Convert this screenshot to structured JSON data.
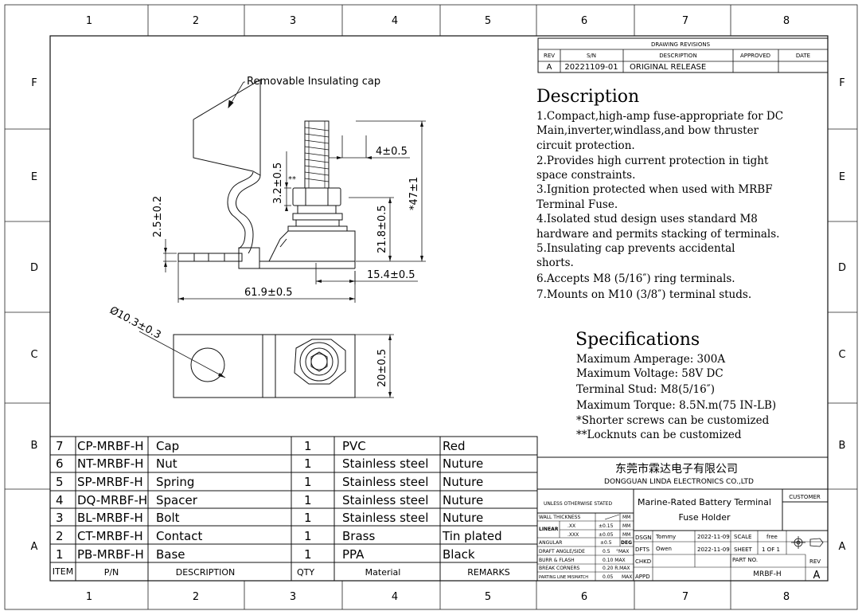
{
  "grid": {
    "cols": [
      "1",
      "2",
      "3",
      "4",
      "5",
      "6",
      "7",
      "8"
    ],
    "rows": [
      "F",
      "E",
      "D",
      "C",
      "B",
      "A"
    ]
  },
  "revisions": {
    "title": "DRAWING REVISIONS",
    "headers": [
      "REV",
      "S/N",
      "DESCRIPTION",
      "APPROVED",
      "DATE"
    ],
    "row": {
      "rev": "A",
      "sn": "20221109-01",
      "description": "ORIGINAL RELEASE"
    }
  },
  "description": {
    "heading": "Description",
    "lines": [
      "1.Compact,high-amp fuse-appropriate for DC",
      "Main,inverter,windlass,and bow thruster",
      "circuit protection.",
      "2.Provides high current protection in tight",
      "space constraints.",
      "3.Ignition protected when used with MRBF",
      "Terminal Fuse.",
      "4.Isolated stud design uses standard M8",
      "hardware and permits stacking of terminals.",
      "5.Insulating cap prevents accidental",
      "shorts.",
      "6.Accepts M8 (5/16″) ring terminals.",
      "7.Mounts on M10 (3/8″) terminal studs."
    ]
  },
  "specifications": {
    "heading": "Specifications",
    "lines": [
      "Maximum Amperage: 300A",
      "Maximum Voltage: 58V DC",
      "Terminal Stud: M8(5/16″)",
      "Maximum Torque: 8.5N.m(75 IN-LB)",
      "*Shorter screws can be customized",
      "**Locknuts can be customized"
    ]
  },
  "drawing": {
    "callout": "Removable Insulating cap",
    "dims": {
      "d4": "4±0.5",
      "d32": "3.2±0.5",
      "d47": "*47±1",
      "d25": "2.5±0.2",
      "d218": "21.8±0.5",
      "d154": "15.4±0.5",
      "d619": "61.9±0.5",
      "dia": "Ø10.3±0.3",
      "d20": "20±0.5",
      "star2": "**"
    }
  },
  "bom": {
    "headers": [
      "ITEM",
      "P/N",
      "DESCRIPTION",
      "QTY",
      "Material",
      "REMARKS"
    ],
    "rows": [
      {
        "item": "7",
        "pn": "CP-MRBF-H",
        "desc": "Cap",
        "qty": "1",
        "mat": "PVC",
        "rem": "Red"
      },
      {
        "item": "6",
        "pn": "NT-MRBF-H",
        "desc": "Nut",
        "qty": "1",
        "mat": "Stainless steel",
        "rem": "Nuture"
      },
      {
        "item": "5",
        "pn": "SP-MRBF-H",
        "desc": "Spring",
        "qty": "1",
        "mat": "Stainless steel",
        "rem": "Nuture"
      },
      {
        "item": "4",
        "pn": "DQ-MRBF-H",
        "desc": "Spacer",
        "qty": "1",
        "mat": "Stainless steel",
        "rem": "Nuture"
      },
      {
        "item": "3",
        "pn": "BL-MRBF-H",
        "desc": "Bolt",
        "qty": "1",
        "mat": "Stainless steel",
        "rem": "Nuture"
      },
      {
        "item": "2",
        "pn": "CT-MRBF-H",
        "desc": "Contact",
        "qty": "1",
        "mat": "Brass",
        "rem": "Tin plated"
      },
      {
        "item": "1",
        "pn": "PB-MRBF-H",
        "desc": "Base",
        "qty": "1",
        "mat": "PPA",
        "rem": "Black"
      }
    ]
  },
  "titleblock": {
    "company_cn": "东莞市霖达电子有限公司",
    "company_en": "DONGGUAN LINDA ELECTRONICS CO.,LTD",
    "unless": "UNLESS OTHERWISE STATED",
    "title1": "Marine-Rated Battery Terminal",
    "title2": "Fuse Holder",
    "customer": "CUSTOMER",
    "wall": "WALL THICKNESS",
    "wall_unit": "MM",
    "linear": "LINEAR",
    "lin1": ".XX",
    "lin1v": "±0.15",
    "lin1u": "MM",
    "lin2": ".XXX",
    "lin2v": "±0.05",
    "lin2u": "MM",
    "angular": "ANGULAR",
    "angular_v": "±0.5",
    "angular_u": "DEG",
    "draft": "DRAFT ANGLE/SIDE",
    "draft_v": "0.5",
    "draft_u": "°MAX",
    "burr": "BURR & FLASH",
    "burr_v": "0.10 MAX",
    "corners": "BREAK CORNERS",
    "corners_v": "0.20 R.MAX",
    "parting": "PARTING LINE MISMATCH",
    "parting_v": "0.05",
    "parting_u": "MAX",
    "dsgn": "DSGN",
    "dsgn_name": "Tommy",
    "dsgn_date": "2022-11-09",
    "dfts": "DFTS",
    "dfts_name": "Owen",
    "dfts_date": "2022-11-09",
    "chkd": "CHKD",
    "appd": "APPD",
    "scale": "SCALE",
    "scale_v": "free",
    "sheet": "SHEET",
    "sheet_v": "1  OF  1",
    "partno": "PART NO.",
    "partno_v": "MRBF-H",
    "rev": "REV",
    "rev_v": "A"
  }
}
